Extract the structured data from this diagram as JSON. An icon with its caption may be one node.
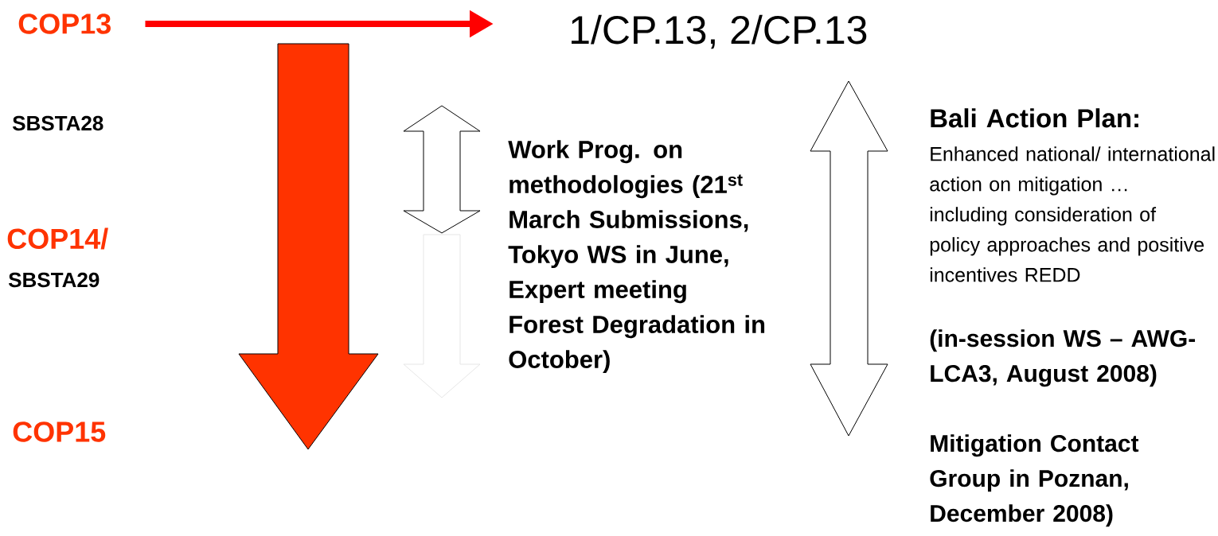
{
  "diagram": {
    "nodes": [
      {
        "text": [
          "COP13"
        ]
      },
      {
        "text": [
          "1/CP.13, 2/CP.13"
        ]
      }
    ],
    "edges": [
      {
        "from": 0,
        "to": 1,
        "arrow": "to"
      }
    ],
    "labels": [
      "SBSTA28",
      "COP14/",
      "SBSTA29",
      "COP15",
      "Work Prog. on methodologies (21$^{st}$ March Submissions, Tokyo WS in June, Expert meeting Forest Degradation in October)",
      "Bali Action Plan:",
      "Enhanced national/ international action on mitigation … including consideration of policy approaches and positive incentives REDD",
      "(in-session WS – AWG-LCA3, August 2008)",
      "Mitigation Contact Group in Poznan, December 2008)"
    ]
  }
}
